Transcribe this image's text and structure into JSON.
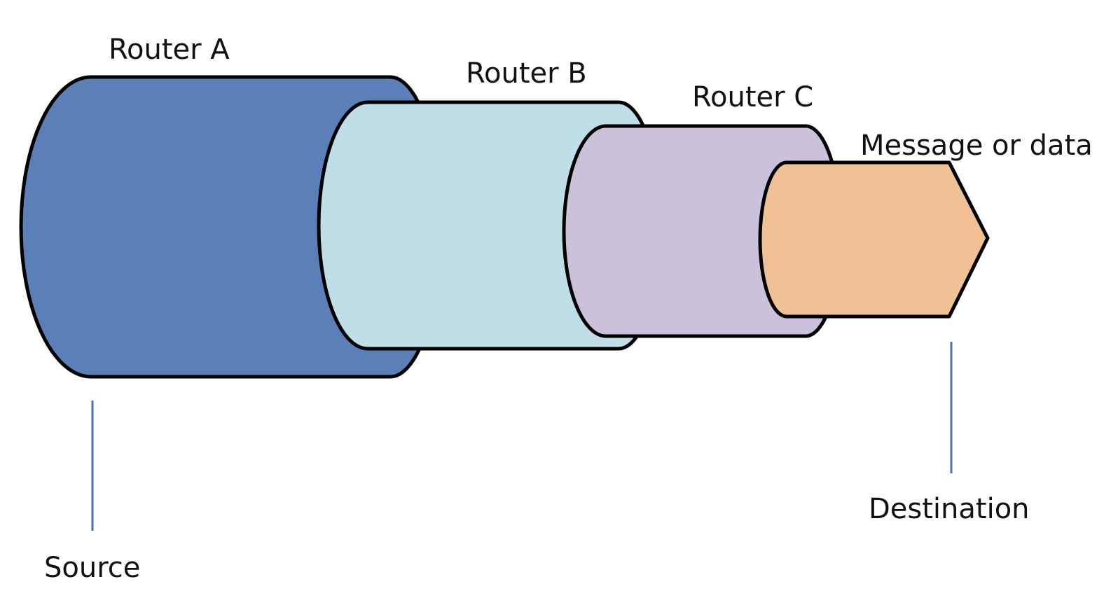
{
  "labels": {
    "router_a": "Router A",
    "router_b": "Router B",
    "router_c": "Router C",
    "message": "Message or data",
    "source": "Source",
    "destination": "Destination"
  },
  "colors": {
    "router_a_fill": "#5b80b8",
    "router_b_fill": "#c0dee7",
    "router_c_fill": "#ccc1da",
    "message_fill": "#f1c196",
    "outline": "#000000",
    "leader_line": "#4a6fb0"
  }
}
